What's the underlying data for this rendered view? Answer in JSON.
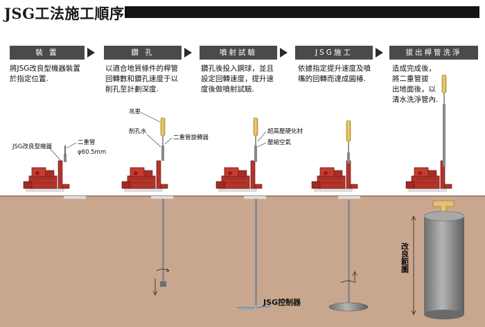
{
  "title": "JSG工法施工順序",
  "steps": [
    {
      "label": "裝 置",
      "desc": "將JSG改良型機器裝置\n於指定位置."
    },
    {
      "label": "鑽 孔",
      "desc": "以適合地質條件的桿管\n回轉數和鑽孔速度于以\n削孔至計劃深度."
    },
    {
      "label": "噴射試驗",
      "desc": "鑽孔後投入鋼球，並且\n設定回轉速度，提升速\n度後做噴射試驗."
    },
    {
      "label": "JSG施工",
      "desc": "依據指定提升速度及噴\n嘴的回轉而達成圓椿."
    },
    {
      "label": "拔出桿管洗淨",
      "desc": "造成完成後，\n將二重管拔\n出地面後，以\n清水洗淨管內."
    }
  ],
  "labels": {
    "machine": "JSG改良型機器",
    "double_pipe": "二重管",
    "diameter": "φ60.5mm",
    "crane": "吊車",
    "drill_water": "削孔水",
    "swivel": "二重管旋轉器",
    "hardener": "超高壓硬化材",
    "air": "壓縮空氣",
    "controller": "JSG控制器",
    "improve_range": "改良範圍"
  },
  "colors": {
    "soil": "#c9a78f",
    "ground_line": "#8a6a55",
    "machine_red": "#b3342c",
    "pipe": "#6a6a6a",
    "hose_yellow": "#e8c85a",
    "column": "#8d8d8d"
  }
}
